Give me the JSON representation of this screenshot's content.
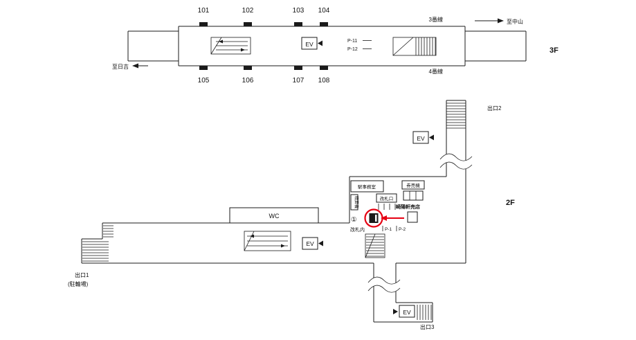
{
  "floor3": {
    "label": "3F",
    "track_top": "3番線",
    "track_bottom": "4番線",
    "dir_right": "至中山",
    "dir_left": "至日吉",
    "ev": "EV",
    "p11": "P-11",
    "p12": "P-12",
    "pos_top": [
      "101",
      "102",
      "103",
      "104"
    ],
    "pos_bottom": [
      "105",
      "106",
      "107",
      "108"
    ]
  },
  "floor2": {
    "label": "2F",
    "wc": "WC",
    "ev": "EV",
    "office": "駅事務室",
    "ticket_machines": "券売機",
    "ticket_gate": "改札口",
    "fare_machine": "精算機",
    "inside_gate": "改札内",
    "shop": "崎陽軒売店",
    "marker": "①",
    "p1": "P-1",
    "p2": "P-2",
    "exit1": "出口1",
    "exit1_note": "(駐輪場)",
    "exit2": "出口2",
    "exit3": "出口3"
  },
  "colors": {
    "line": "#1a1a1a",
    "highlight": "#e60012"
  }
}
